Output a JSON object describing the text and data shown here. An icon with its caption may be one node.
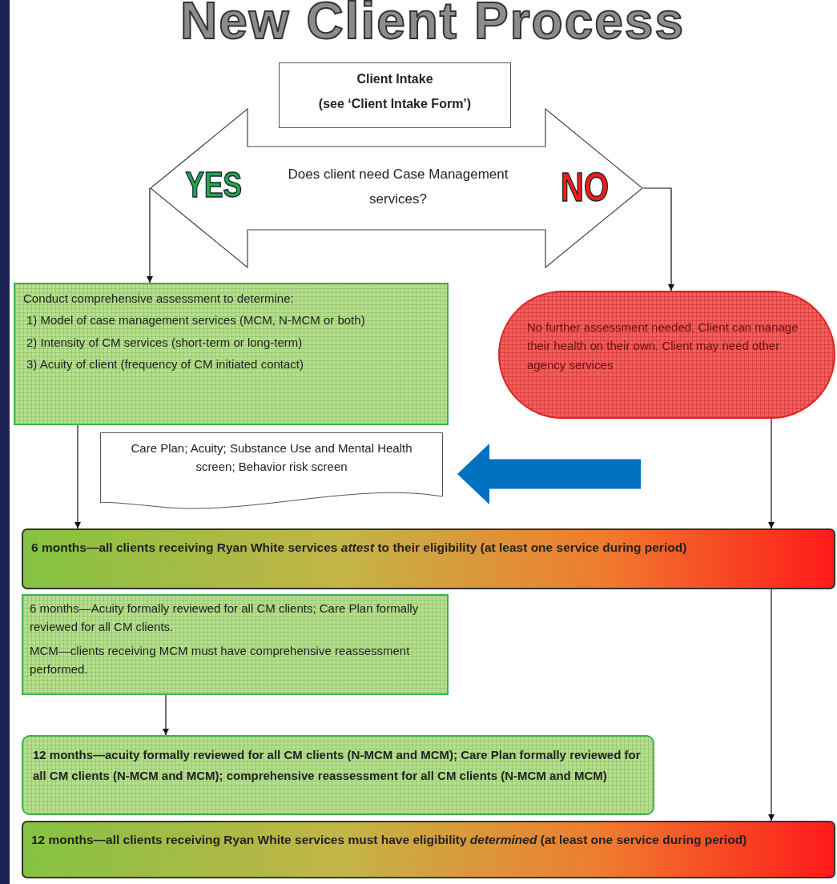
{
  "diagram": {
    "title": "New Client Process",
    "nodes": [
      {
        "text": [
          "Client Intake",
          "(see ‘Client Intake Form’)"
        ]
      },
      {
        "text": [
          "YES",
          "Does client need Case Management services?",
          "NO"
        ]
      },
      {
        "text": [
          "Conduct comprehensive assessment to determine:",
          "1) Model of case management services (MCM, N-MCM or both)",
          "2) Intensity of CM services (short-term or long-term)",
          "3) Acuity of client (frequency of CM initiated contact)"
        ]
      },
      {
        "text": [
          "No further assessment needed. Client can manage their health on their own. Client may need other agency services"
        ]
      },
      {
        "text": [
          "Care Plan; Acuity; Substance Use and Mental Health screen; Behavior risk screen"
        ]
      },
      {
        "text": [
          "6 months—all clients receiving Ryan White services *attest* to their eligibility (at least one service during period)"
        ]
      },
      {
        "text": [
          "6 months—Acuity formally reviewed for all CM clients; Care Plan formally reviewed for all CM clients.",
          "MCM—clients receiving MCM must have comprehensive reassessment performed."
        ]
      },
      {
        "text": [
          "12 months—acuity formally reviewed for all CM clients (N-MCM and MCM); Care Plan formally reviewed for all CM clients (N-MCM and MCM); comprehensive reassessment for all CM clients (N-MCM and MCM)"
        ]
      },
      {
        "text": [
          "12 months—all clients receiving Ryan White services must have eligibility *determined* (at least one service during period)"
        ]
      }
    ],
    "edges": [
      {
        "from": 1,
        "to": 2,
        "arrow": "to"
      },
      {
        "from": 1,
        "to": 3,
        "arrow": "to"
      },
      {
        "from": 2,
        "to": 5,
        "arrow": "to"
      },
      {
        "from": 3,
        "to": 5,
        "arrow": "to"
      },
      {
        "from": null,
        "to": 4,
        "arrow": "to",
        "style": "thick",
        "color": "#0070c0"
      },
      {
        "from": 6,
        "to": 7,
        "arrow": "to"
      },
      {
        "from": 5,
        "to": 8,
        "arrow": "to"
      }
    ]
  }
}
